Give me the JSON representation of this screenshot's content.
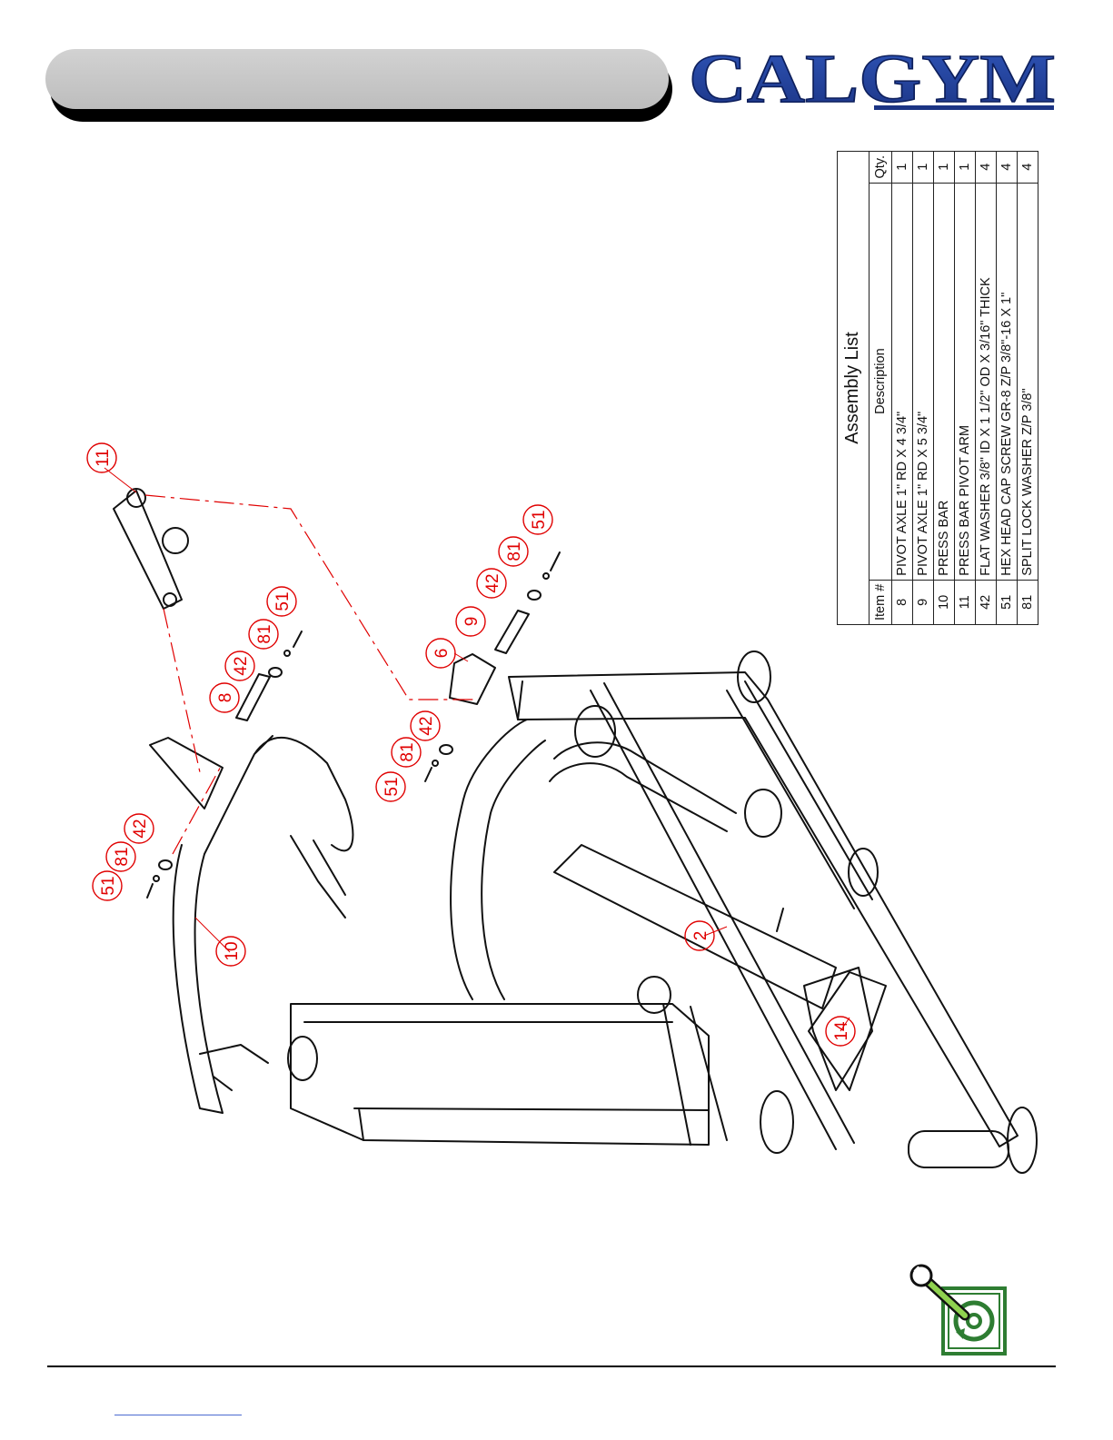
{
  "brand": {
    "logo_text": "CALGYM",
    "color": "#1f3f99"
  },
  "assembly_list": {
    "title": "Assembly List",
    "columns": [
      "Item #",
      "Description",
      "Qty."
    ],
    "rows": [
      {
        "item": "8",
        "description": "PIVOT AXLE 1\" RD X 4 3/4\"",
        "qty": "1"
      },
      {
        "item": "9",
        "description": "PIVOT AXLE 1\" RD X 5 3/4\"",
        "qty": "1"
      },
      {
        "item": "10",
        "description": "PRESS BAR",
        "qty": "1"
      },
      {
        "item": "11",
        "description": "PRESS BAR PIVOT ARM",
        "qty": "1"
      },
      {
        "item": "42",
        "description": "FLAT WASHER 3/8\" ID X 1 1/2\" OD X 3/16\" THICK",
        "qty": "4"
      },
      {
        "item": "51",
        "description": "HEX HEAD CAP SCREW GR-8 Z/P 3/8\"-16 X 1\"",
        "qty": "4"
      },
      {
        "item": "81",
        "description": "SPLIT LOCK WASHER Z/P 3/8\"",
        "qty": "4"
      }
    ]
  },
  "callouts": [
    "11",
    "51",
    "81",
    "42",
    "8",
    "51",
    "81",
    "42",
    "10",
    "6",
    "9",
    "42",
    "81",
    "51",
    "2",
    "14"
  ],
  "colors": {
    "callout": "#e00000",
    "icon_green": "#2e7d32",
    "header_gray": "#c6c6c6"
  },
  "icons": {
    "footer": "wrench-assembly-icon"
  }
}
